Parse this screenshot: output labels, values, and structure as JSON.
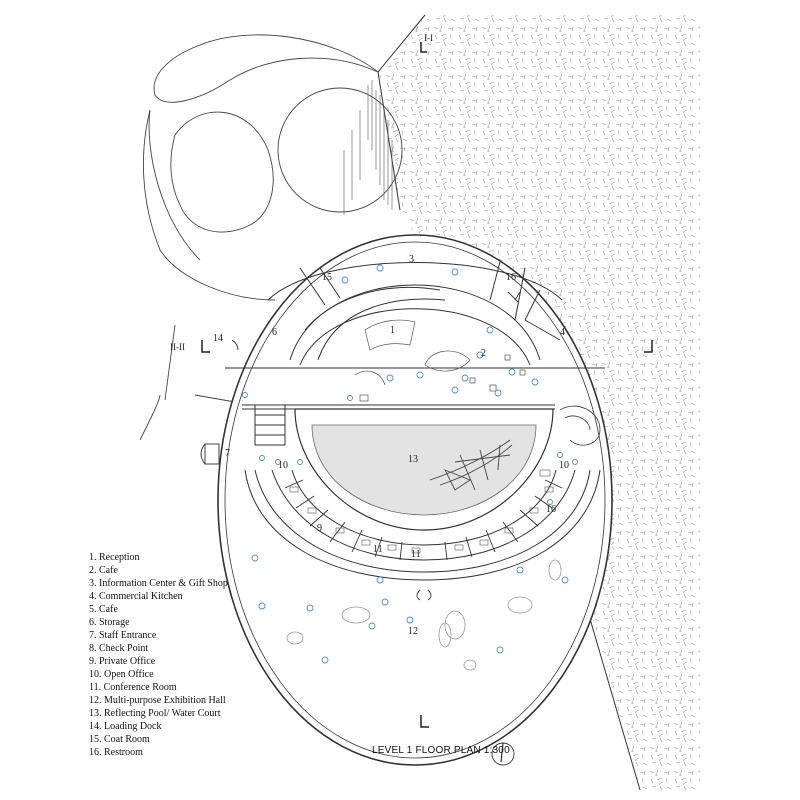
{
  "plan_title": "LEVEL 1 FLOOR PLAN 1:300",
  "section_markers": [
    "I-I",
    "II-II"
  ],
  "legend": [
    "1. Reception",
    "2. Cafe",
    "3. Information Center & Gift Shop",
    "4. Commercial Kitchen",
    "5. Cafe",
    "6. Storage",
    "7. Staff Entrance",
    "8. Check Point",
    "9. Private Office",
    "10. Open Office",
    "11. Conference Room",
    "12. Multi-purpose Exhibition Hall",
    "13. Reflecting Pool/ Water Court",
    "14. Loading Dock",
    "15. Coat Room",
    "16. Restroom"
  ],
  "room_numbers": {
    "reception": "1",
    "cafe": "2",
    "info_center": "3",
    "kitchen": "4",
    "storage": "6",
    "staff_entrance": "7",
    "private_office": "9",
    "open_office_west": "10",
    "open_office_east": "10",
    "conference_a": "11",
    "conference_b": "11",
    "exhibition_hall": "12",
    "reflecting_pool": "13",
    "loading_dock": "14",
    "coat_room": "15",
    "restroom_north": "16",
    "restroom_east": "16"
  },
  "colors": {
    "line": "#333333",
    "pool_fill": "#e3e3e3",
    "furniture": "#4a90c8",
    "texture": "#9a9a9a"
  },
  "icons": [
    "north-arrow-icon",
    "section-marker-icon"
  ]
}
